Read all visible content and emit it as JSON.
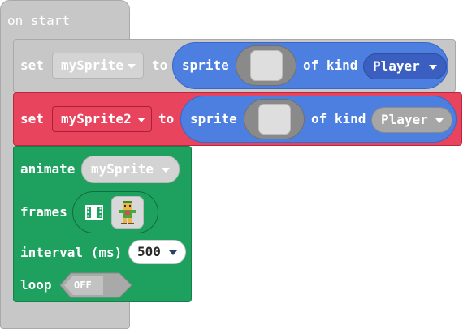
{
  "on_start": {
    "label": "on start"
  },
  "set1": {
    "set_label": "set",
    "variable": "mySprite",
    "to_label": "to",
    "sprite_label": "sprite",
    "of_kind_label": "of kind",
    "kind": "Player",
    "color": "#c7c7c7"
  },
  "set2": {
    "set_label": "set",
    "variable": "mySprite2",
    "to_label": "to",
    "sprite_label": "sprite",
    "of_kind_label": "of kind",
    "kind": "Player",
    "color": "#e8445e"
  },
  "animate": {
    "animate_label": "animate",
    "sprite_var": "mySprite",
    "frames_label": "frames",
    "filmstrip_icon": "filmstrip-icon",
    "frame_icon": "character-sprite-icon",
    "interval_label": "interval (ms)",
    "interval_value": "500",
    "loop_label": "loop",
    "loop_value": "OFF",
    "color": "#1ea05e"
  }
}
